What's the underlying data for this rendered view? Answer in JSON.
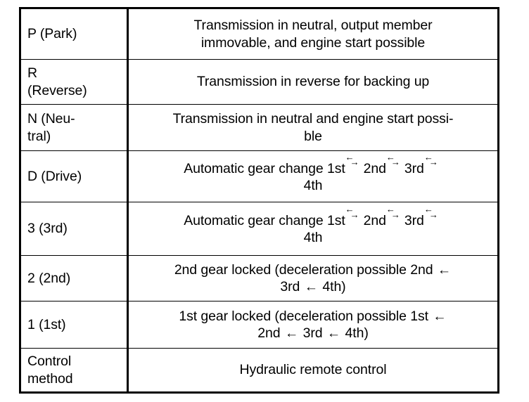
{
  "document": {
    "type": "automatic-transmission-selector-position-table",
    "background_color": "#ffffff",
    "text_color": "#000000",
    "border_color": "#000000"
  },
  "table": {
    "columns": [
      {
        "key": "position",
        "header_shown": false
      },
      {
        "key": "description",
        "header_shown": false
      }
    ],
    "rows": [
      {
        "position": "P (Park)",
        "description_lines": [
          "Transmission in neutral, output member",
          "immovable, and engine start possible"
        ],
        "description_plain": "Transmission in neutral, output member immovable, and engine start possible",
        "has_arrows": false
      },
      {
        "position": "R (Reverse)",
        "position_lines": [
          "R",
          "(Reverse)"
        ],
        "description_lines": [
          "Transmission in reverse for backing up"
        ],
        "description_plain": "Transmission in reverse for backing up",
        "has_arrows": false
      },
      {
        "position": "N (Neutral)",
        "position_lines": [
          "N (Neu-",
          "tral)"
        ],
        "description_lines": [
          "Transmission in neutral and engine start possi-",
          "ble"
        ],
        "description_plain": "Transmission in neutral and engine start possible",
        "has_arrows": false
      },
      {
        "position": "D (Drive)",
        "description_plain": "Automatic gear change 1st ←→ 2nd ←→ 3rd ←→ 4th",
        "has_arrows": true,
        "arrow_style": "bidirectional-stacked",
        "gear_sequence": [
          "1st",
          "2nd",
          "3rd",
          "4th"
        ],
        "prefix_text": "Automatic gear change",
        "wrap_tail": "4th"
      },
      {
        "position": "3 (3rd)",
        "description_plain": "Automatic gear change 1st ←→ 2nd ←→ 3rd ←→ 4th",
        "has_arrows": true,
        "arrow_style": "bidirectional-stacked",
        "gear_sequence": [
          "1st",
          "2nd",
          "3rd",
          "4th"
        ],
        "prefix_text": "Automatic gear change",
        "wrap_tail": "4th"
      },
      {
        "position": "2 (2nd)",
        "description_plain": "2nd gear locked (deceleration possible 2nd ← 3rd ← 4th)",
        "has_arrows": true,
        "arrow_style": "left-single",
        "prefix_text": "2nd gear locked (deceleration possible",
        "gear_sequence": [
          "2nd",
          "3rd",
          "4th)"
        ],
        "line_break_after_gear_index": 0
      },
      {
        "position": "1 (1st)",
        "description_plain": "1st gear locked (deceleration possible 1st ← 2nd ← 3rd ← 4th)",
        "has_arrows": true,
        "arrow_style": "left-single",
        "prefix_text": "1st gear locked (deceleration possible",
        "gear_sequence": [
          "1st",
          "2nd",
          "3rd",
          "4th)"
        ],
        "line_break_after_gear_index": 0
      },
      {
        "position": "Control method",
        "position_lines": [
          "Control",
          "method"
        ],
        "description_lines": [
          "Hydraulic remote control"
        ],
        "description_plain": "Hydraulic remote control",
        "has_arrows": false
      }
    ]
  },
  "glyphs": {
    "arrow_left": "←",
    "arrow_right": "→"
  },
  "fragments": {
    "r1_pos": "P (Park)",
    "r1_d1": "Transmission in neutral, output member",
    "r1_d2": "immovable, and engine start possible",
    "r2_pos_a": "R",
    "r2_pos_b": "(Reverse)",
    "r2_d1": "Transmission in reverse for backing up",
    "r3_pos_a": "N (Neu-",
    "r3_pos_b": "tral)",
    "r3_d1": "Transmission in neutral and engine start possi-",
    "r3_d2": "ble",
    "r4_pos": "D (Drive)",
    "r5_pos": "3 (3rd)",
    "auto_prefix": "Automatic gear change 1st",
    "g_2nd": "2nd",
    "g_3rd": "3rd",
    "g_4th": "4th",
    "r6_pos": "2 (2nd)",
    "r6_d_head": "2nd gear locked (deceleration possible 2nd",
    "r6_d_mid": "3rd",
    "r6_d_tail": "4th)",
    "r7_pos": "1 (1st)",
    "r7_d_head": "1st gear locked (deceleration possible 1st",
    "r7_d_a": "2nd",
    "r7_d_b": "3rd",
    "r7_d_c": "4th)",
    "r8_pos_a": "Control",
    "r8_pos_b": "method",
    "r8_d1": "Hydraulic remote control"
  }
}
